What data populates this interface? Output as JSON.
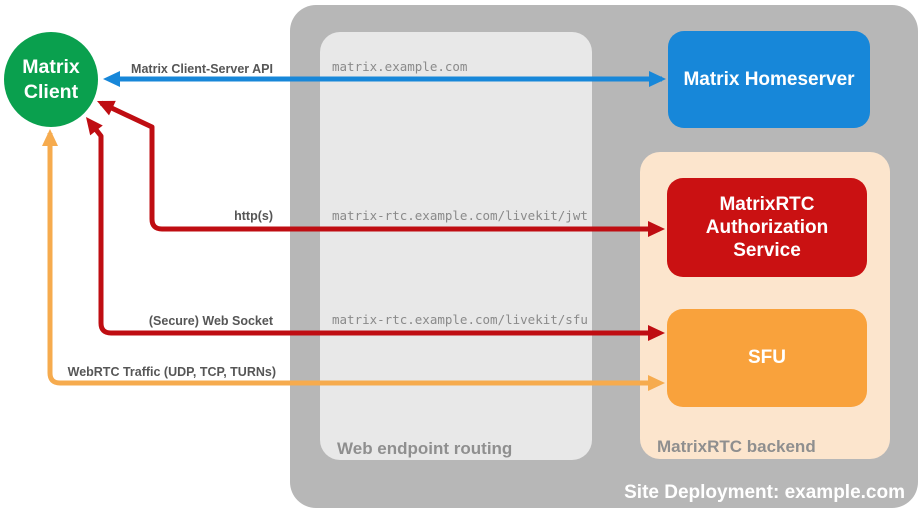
{
  "colors": {
    "green": "#0aa04e",
    "blue": "#1787d9",
    "red_box": "#ca1112",
    "red_arrow": "#bf0d12",
    "orange_box": "#f9a23c",
    "orange_arrow": "#f6ab4e",
    "peach": "#fce5cd",
    "outer_gray": "#b7b7b7",
    "inner_gray": "#e8e8e8",
    "zone_label_gray": "#8f8f8f",
    "mono_gray": "#8a8a8a",
    "arrow_label_gray": "#565656",
    "white": "#ffffff"
  },
  "nodes": {
    "client": {
      "label": "Matrix Client"
    },
    "homeserver": {
      "label": "Matrix Homeserver"
    },
    "auth": {
      "label": "MatrixRTC Authorization Service"
    },
    "sfu": {
      "label": "SFU"
    }
  },
  "containers": {
    "site": {
      "label": "Site Deployment: example.com"
    },
    "routing": {
      "label": "Web endpoint routing"
    },
    "backend": {
      "label": "MatrixRTC backend"
    }
  },
  "endpoints": {
    "homeserver": "matrix.example.com",
    "jwt": "matrix-rtc.example.com/livekit/jwt",
    "sfu": "matrix-rtc.example.com/livekit/sfu"
  },
  "arrows": {
    "cs_api": {
      "label": "Matrix Client-Server API"
    },
    "http": {
      "label": "http(s)"
    },
    "ws": {
      "label": "(Secure) Web Socket"
    },
    "webrtc": {
      "label": "WebRTC Traffic (UDP, TCP, TURNs)"
    }
  }
}
